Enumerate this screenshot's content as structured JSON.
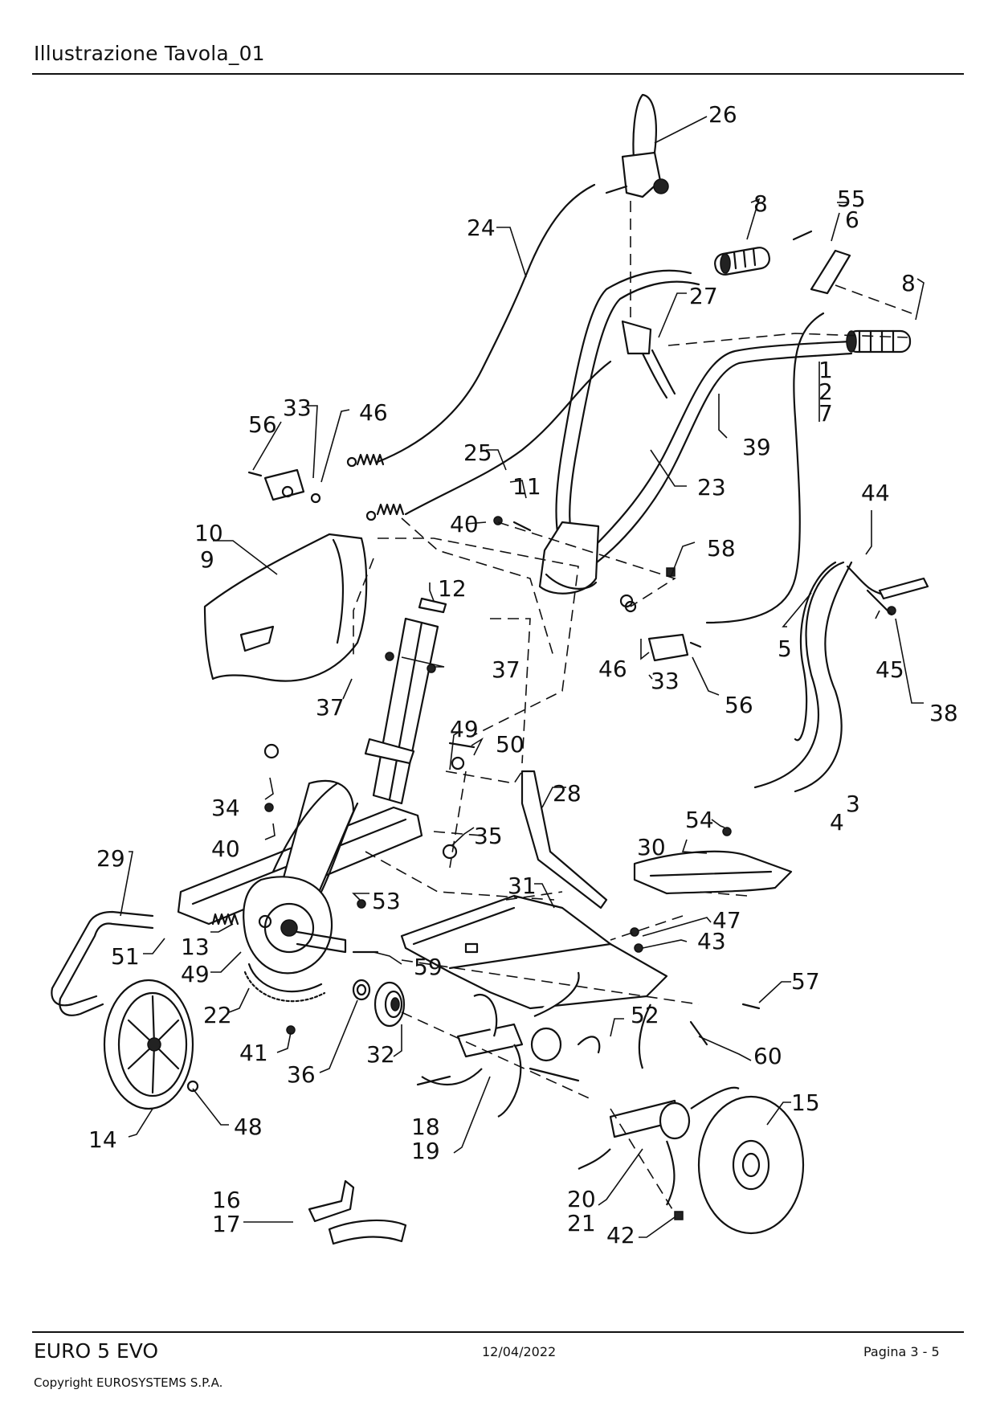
{
  "header": {
    "title": "Illustrazione  Tavola_01"
  },
  "footer": {
    "model": "EURO 5 EVO",
    "date": "12/04/2022",
    "page": "Pagina 3 - 5",
    "copyright": "Copyright EUROSYSTEMS S.P.A."
  },
  "diagram": {
    "callouts": {
      "c1": "1",
      "c2": "2",
      "c3": "3",
      "c4": "4",
      "c5": "5",
      "c6": "6",
      "c7": "7",
      "c8a": "8",
      "c8b": "8",
      "c9": "9",
      "c10": "10",
      "c11": "11",
      "c12": "12",
      "c13": "13",
      "c14": "14",
      "c15": "15",
      "c16": "16",
      "c17": "17",
      "c18": "18",
      "c19": "19",
      "c20": "20",
      "c21": "21",
      "c22": "22",
      "c23": "23",
      "c24": "24",
      "c25": "25",
      "c26": "26",
      "c27": "27",
      "c28": "28",
      "c29": "29",
      "c30": "30",
      "c31": "31",
      "c32": "32",
      "c33a": "33",
      "c33b": "33",
      "c34": "34",
      "c35": "35",
      "c36": "36",
      "c37a": "37",
      "c37b": "37",
      "c38": "38",
      "c39": "39",
      "c40a": "40",
      "c40b": "40",
      "c41": "41",
      "c42": "42",
      "c43": "43",
      "c44": "44",
      "c45": "45",
      "c46a": "46",
      "c46b": "46",
      "c47": "47",
      "c48": "48",
      "c49a": "49",
      "c49b": "49",
      "c50": "50",
      "c51": "51",
      "c52": "52",
      "c53": "53",
      "c54": "54",
      "c55": "55",
      "c56a": "56",
      "c56b": "56",
      "c57": "57",
      "c58": "58",
      "c59": "59",
      "c60": "60"
    }
  }
}
